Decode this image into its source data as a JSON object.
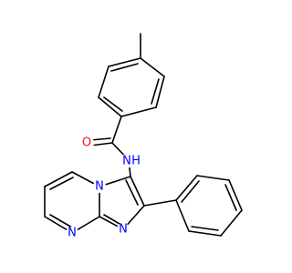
{
  "molecule": {
    "atoms": {
      "O": {
        "symbol": "O",
        "color": "#ff0d0d"
      },
      "NH": {
        "symbol": "N",
        "h_symbol": "H",
        "color": "#0000ff"
      },
      "N1": {
        "symbol": "N",
        "color": "#0000ff"
      },
      "N2": {
        "symbol": "N",
        "color": "#0000ff"
      },
      "N3": {
        "symbol": "N",
        "color": "#0000ff"
      }
    }
  }
}
